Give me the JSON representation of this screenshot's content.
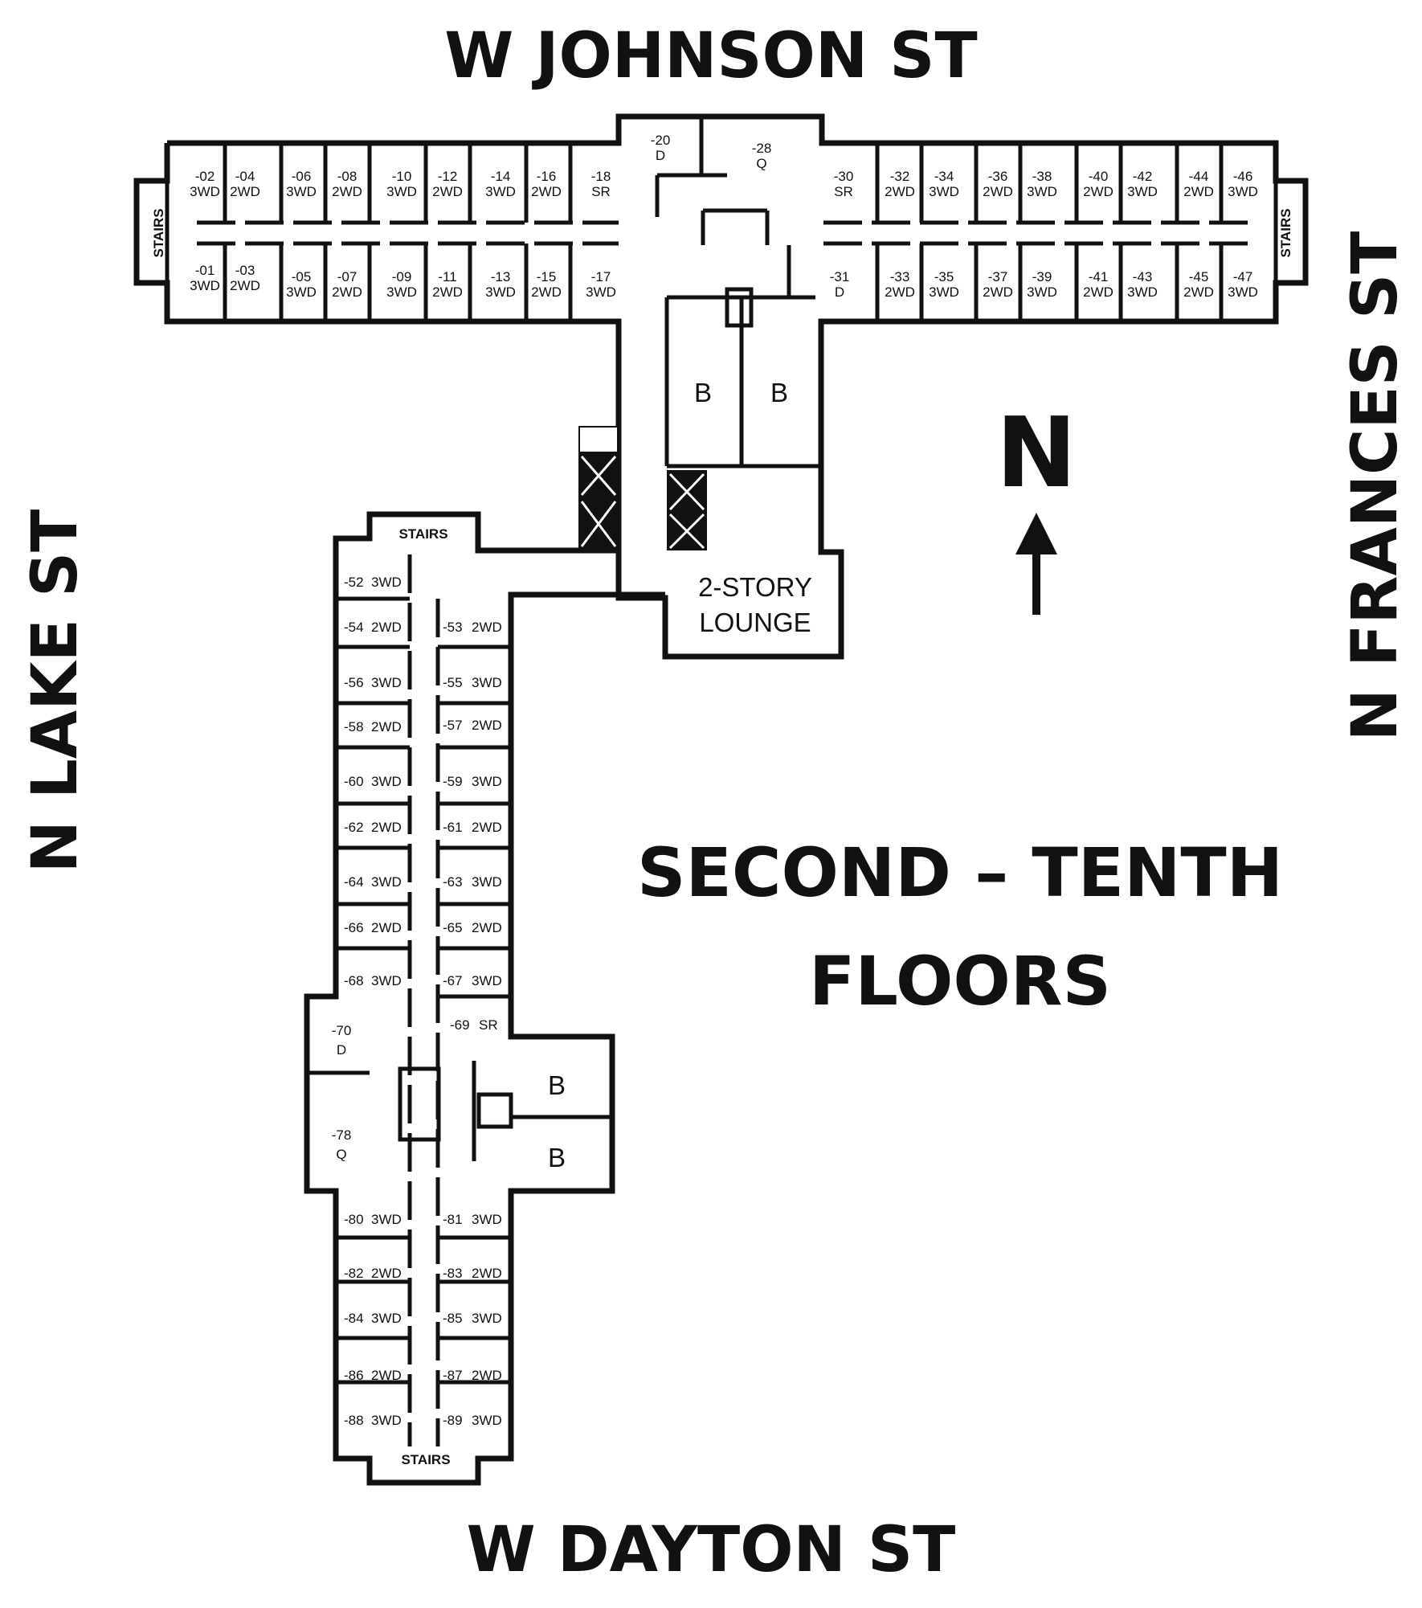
{
  "streets": {
    "north": "W JOHNSON ST",
    "south": "W DAYTON ST",
    "west": "N LAKE ST",
    "east": "N FRANCES ST"
  },
  "title": {
    "line1": "SECOND – TENTH",
    "line2": "FLOORS"
  },
  "compass": {
    "label": "N",
    "icon": "north-arrow-icon"
  },
  "stairs_label": "STAIRS",
  "lounge": {
    "line1": "2-STORY",
    "line2": "LOUNGE"
  },
  "bath_label": "B",
  "north_wing": {
    "north_rooms": [
      {
        "num": "-02",
        "type": "3WD"
      },
      {
        "num": "-04",
        "type": "2WD"
      },
      {
        "num": "-06",
        "type": "3WD"
      },
      {
        "num": "-08",
        "type": "2WD"
      },
      {
        "num": "-10",
        "type": "3WD"
      },
      {
        "num": "-12",
        "type": "2WD"
      },
      {
        "num": "-14",
        "type": "3WD"
      },
      {
        "num": "-16",
        "type": "2WD"
      },
      {
        "num": "-18",
        "type": "SR"
      },
      {
        "num": "-20",
        "type": "D"
      },
      {
        "num": "-28",
        "type": "Q"
      },
      {
        "num": "-30",
        "type": "SR"
      },
      {
        "num": "-32",
        "type": "2WD"
      },
      {
        "num": "-34",
        "type": "3WD"
      },
      {
        "num": "-36",
        "type": "2WD"
      },
      {
        "num": "-38",
        "type": "3WD"
      },
      {
        "num": "-40",
        "type": "2WD"
      },
      {
        "num": "-42",
        "type": "3WD"
      },
      {
        "num": "-44",
        "type": "2WD"
      },
      {
        "num": "-46",
        "type": "3WD"
      }
    ],
    "south_rooms": [
      {
        "num": "-01",
        "type": "3WD"
      },
      {
        "num": "-03",
        "type": "2WD"
      },
      {
        "num": "-05",
        "type": "3WD"
      },
      {
        "num": "-07",
        "type": "2WD"
      },
      {
        "num": "-09",
        "type": "3WD"
      },
      {
        "num": "-11",
        "type": "2WD"
      },
      {
        "num": "-13",
        "type": "3WD"
      },
      {
        "num": "-15",
        "type": "2WD"
      },
      {
        "num": "-17",
        "type": "3WD"
      },
      {
        "num": "-31",
        "type": "D"
      },
      {
        "num": "-33",
        "type": "2WD"
      },
      {
        "num": "-35",
        "type": "3WD"
      },
      {
        "num": "-37",
        "type": "2WD"
      },
      {
        "num": "-39",
        "type": "3WD"
      },
      {
        "num": "-41",
        "type": "2WD"
      },
      {
        "num": "-43",
        "type": "3WD"
      },
      {
        "num": "-45",
        "type": "2WD"
      },
      {
        "num": "-47",
        "type": "3WD"
      }
    ]
  },
  "south_wing": {
    "west_rooms": [
      {
        "num": "-52",
        "type": "3WD"
      },
      {
        "num": "-54",
        "type": "2WD"
      },
      {
        "num": "-56",
        "type": "3WD"
      },
      {
        "num": "-58",
        "type": "2WD"
      },
      {
        "num": "-60",
        "type": "3WD"
      },
      {
        "num": "-62",
        "type": "2WD"
      },
      {
        "num": "-64",
        "type": "3WD"
      },
      {
        "num": "-66",
        "type": "2WD"
      },
      {
        "num": "-68",
        "type": "3WD"
      },
      {
        "num": "-70",
        "type": "D"
      },
      {
        "num": "-78",
        "type": "Q"
      },
      {
        "num": "-80",
        "type": "3WD"
      },
      {
        "num": "-82",
        "type": "2WD"
      },
      {
        "num": "-84",
        "type": "3WD"
      },
      {
        "num": "-86",
        "type": "2WD"
      },
      {
        "num": "-88",
        "type": "3WD"
      }
    ],
    "east_rooms": [
      {
        "num": "-53",
        "type": "2WD"
      },
      {
        "num": "-55",
        "type": "3WD"
      },
      {
        "num": "-57",
        "type": "2WD"
      },
      {
        "num": "-59",
        "type": "3WD"
      },
      {
        "num": "-61",
        "type": "2WD"
      },
      {
        "num": "-63",
        "type": "3WD"
      },
      {
        "num": "-65",
        "type": "2WD"
      },
      {
        "num": "-67",
        "type": "3WD"
      },
      {
        "num": "-69",
        "type": "SR"
      },
      {
        "num": "-81",
        "type": "3WD"
      },
      {
        "num": "-83",
        "type": "2WD"
      },
      {
        "num": "-85",
        "type": "3WD"
      },
      {
        "num": "-87",
        "type": "2WD"
      },
      {
        "num": "-89",
        "type": "3WD"
      }
    ]
  }
}
